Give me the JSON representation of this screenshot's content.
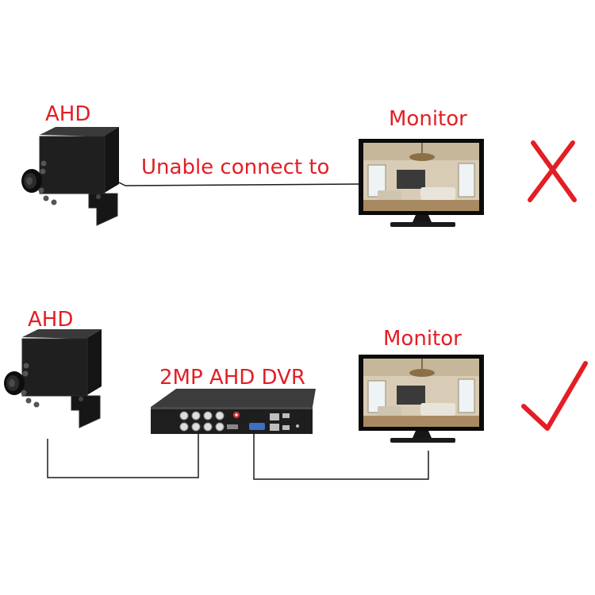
{
  "colors": {
    "label_text": "#e31e24",
    "mark_red": "#e31e24",
    "cable": "#1a1a1a",
    "camera_body": "#1c1c1c",
    "monitor_frame": "#111111",
    "dvr_body": "#202020"
  },
  "panel_top": {
    "camera_label": "AHD",
    "monitor_label": "Monitor",
    "connection_label": "Unable connect to",
    "result_icon": "cross-mark-icon"
  },
  "panel_bottom": {
    "camera_label": "AHD",
    "dvr_label": "2MP AHD DVR",
    "monitor_label": "Monitor",
    "result_icon": "check-mark-icon"
  }
}
